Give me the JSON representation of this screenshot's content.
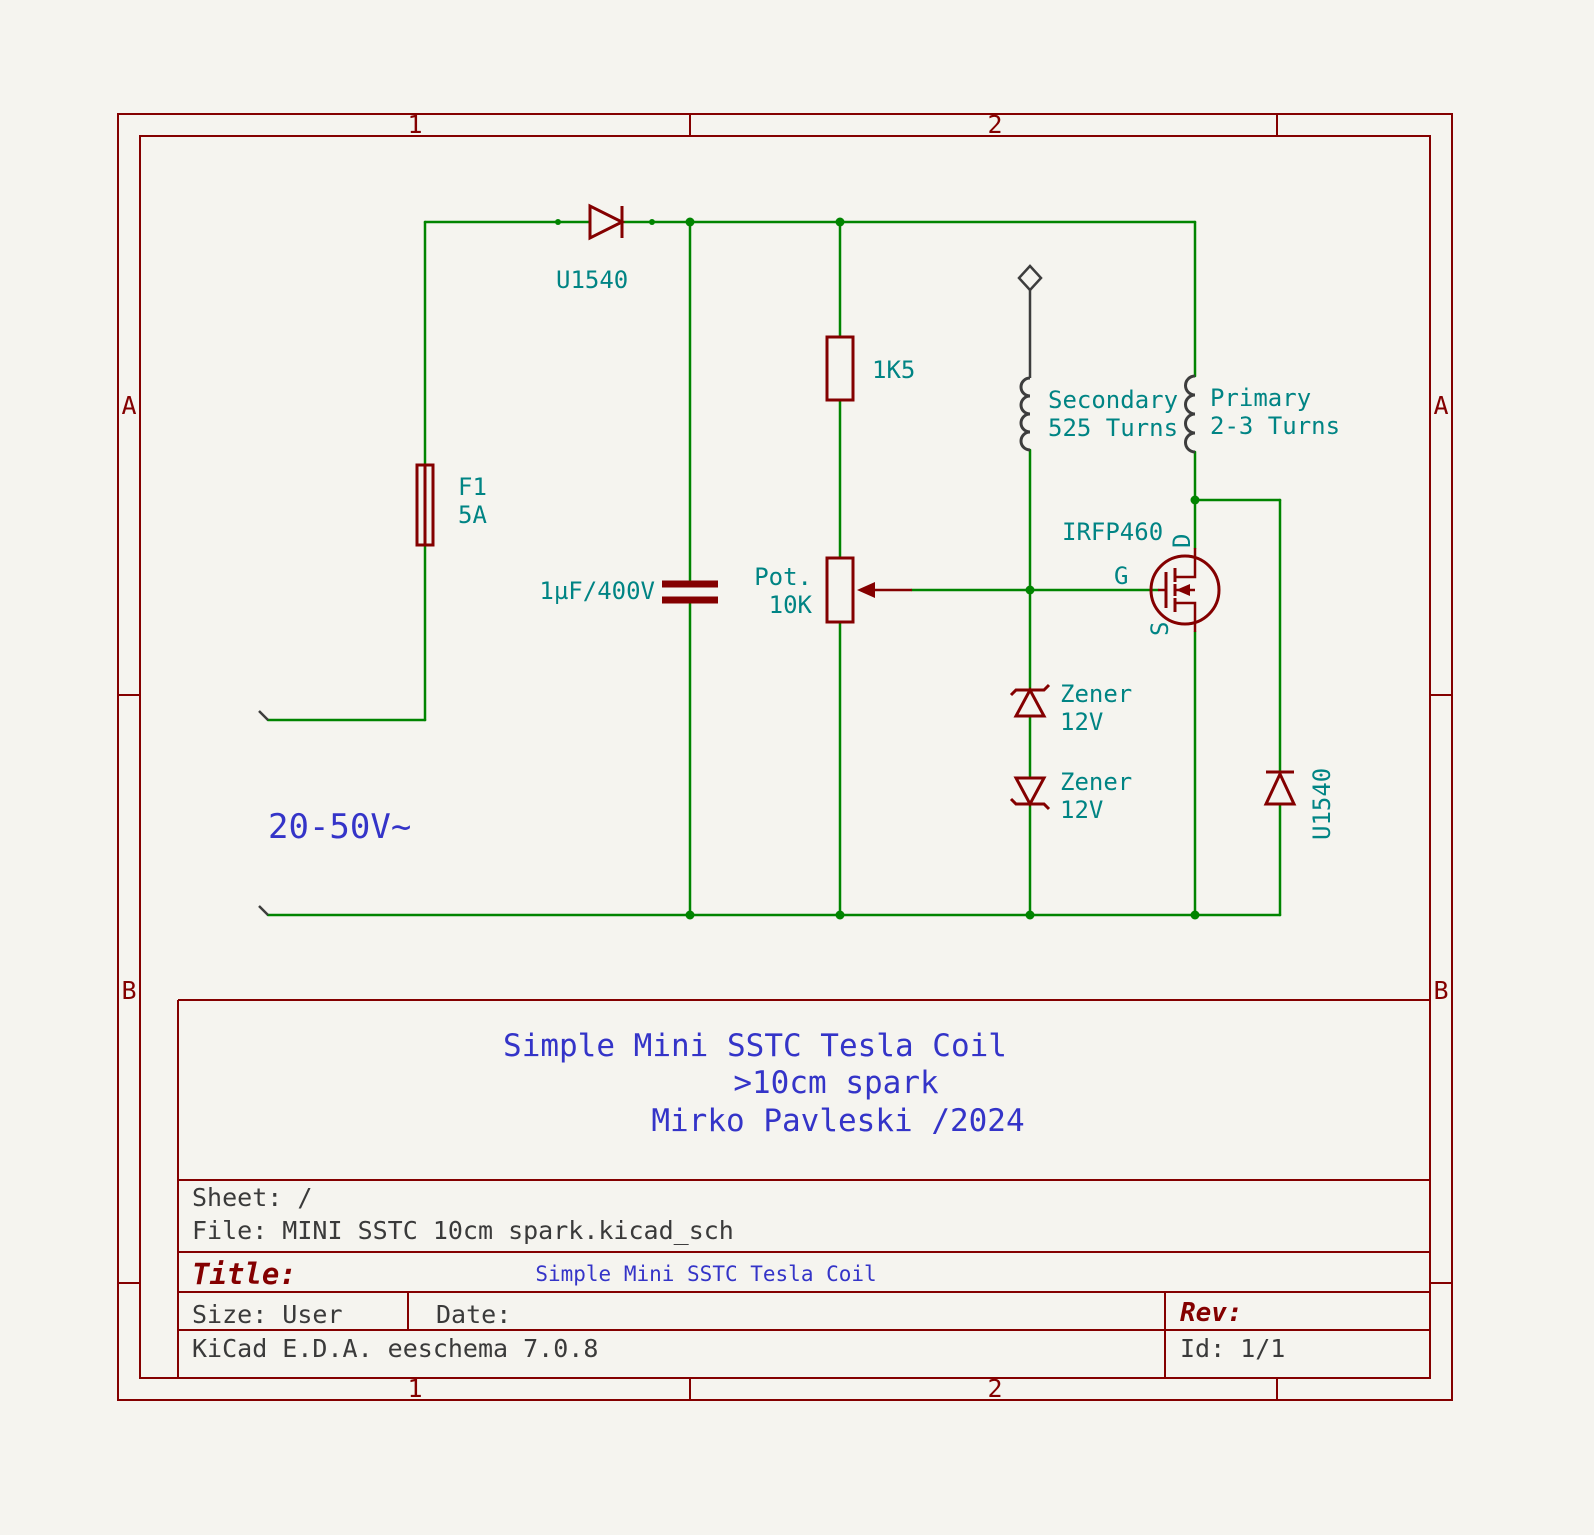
{
  "colors": {
    "background": "#F5F4EF",
    "frame": "#840000",
    "component": "#840000",
    "wire": "#008400",
    "field": "#008484",
    "note": "#3434C8",
    "misc": "#3d3d3d"
  },
  "frame": {
    "col1": "1",
    "col2": "2",
    "rowA": "A",
    "rowB": "B"
  },
  "schematic": {
    "source_label": "20-50V~",
    "components": {
      "top_diode": {
        "value": "U1540"
      },
      "fuse": {
        "ref": "F1",
        "value": "5A"
      },
      "capacitor": {
        "value": "1µF/400V"
      },
      "resistor": {
        "value": "1K5"
      },
      "potentiometer": {
        "name": "Pot.",
        "value": "10K"
      },
      "secondary_coil": {
        "line1": "Secondary",
        "line2": "525 Turns"
      },
      "primary_coil": {
        "line1": "Primary",
        "line2": "2-3 Turns"
      },
      "mosfet": {
        "value": "IRFP460",
        "gate": "G",
        "drain": "D",
        "source": "S"
      },
      "zener_top": {
        "line1": "Zener",
        "line2": "12V"
      },
      "zener_bottom": {
        "line1": "Zener",
        "line2": "12V"
      },
      "right_diode": {
        "value": "U1540"
      }
    }
  },
  "titleblock": {
    "comment_line1": "Simple Mini SSTC Tesla Coil",
    "comment_line2": ">10cm spark",
    "comment_line3": "Mirko Pavleski /2024",
    "sheet_label": "Sheet: /",
    "file_label": "File: MINI SSTC 10cm spark.kicad_sch",
    "title_label": "Title:",
    "title_value": "Simple Mini SSTC Tesla Coil",
    "size_label": "Size: User",
    "date_label": "Date:",
    "rev_label": "Rev:",
    "generator_label": "KiCad E.D.A.  eeschema 7.0.8",
    "id_label": "Id: 1/1"
  }
}
